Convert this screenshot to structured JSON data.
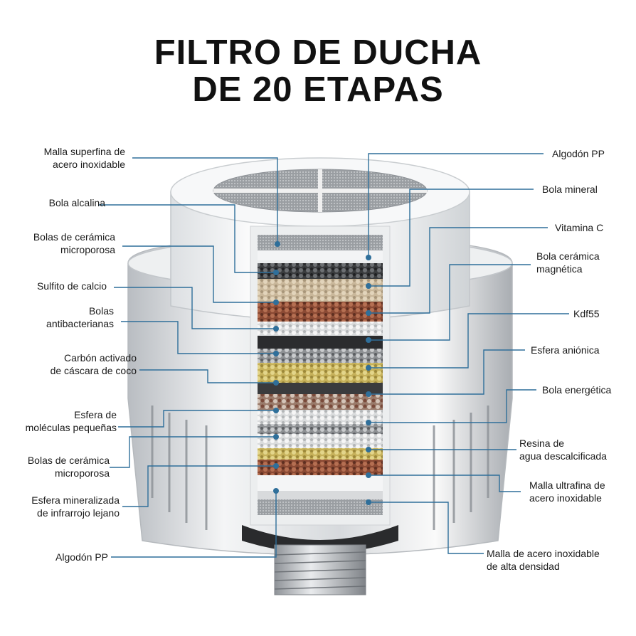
{
  "title": {
    "line1": "FILTRO DE DUCHA",
    "line2": "DE 20 ETAPAS"
  },
  "left_labels": [
    {
      "line1": "Malla superfina de",
      "line2": "acero inoxidable"
    },
    {
      "line1": "Bola alcalina",
      "line2": ""
    },
    {
      "line1": "Bolas de cerámica",
      "line2": "microporosa"
    },
    {
      "line1": "Sulfito de calcio",
      "line2": ""
    },
    {
      "line1": "Bolas",
      "line2": "antibacterianas"
    },
    {
      "line1": "Carbón activado",
      "line2": "de  cáscara de coco"
    },
    {
      "line1": "Esfera de",
      "line2": "moléculas pequeñas"
    },
    {
      "line1": "Bolas de cerámica",
      "line2": "microporosa"
    },
    {
      "line1": "Esfera mineralizada",
      "line2": "de infrarrojo lejano"
    },
    {
      "line1": "Algodón PP",
      "line2": ""
    }
  ],
  "right_labels": [
    {
      "line1": "Algodón PP",
      "line2": ""
    },
    {
      "line1": "Bola mineral",
      "line2": ""
    },
    {
      "line1": "Vitamina C",
      "line2": ""
    },
    {
      "line1": "Bola cerámica",
      "line2": "magnética"
    },
    {
      "line1": "Kdf55",
      "line2": ""
    },
    {
      "line1": "Esfera aniónica",
      "line2": ""
    },
    {
      "line1": "Bola energética",
      "line2": ""
    },
    {
      "line1": "Resina de",
      "line2": "agua descalcificada"
    },
    {
      "line1": "Malla ultrafina de",
      "line2": "acero inoxidable"
    },
    {
      "line1": "Malla de acero inoxidable",
      "line2": "de alta densidad"
    }
  ],
  "colors": {
    "leader_line": "#2f6f9a",
    "housing": "#e8eaec",
    "title": "#111111"
  }
}
